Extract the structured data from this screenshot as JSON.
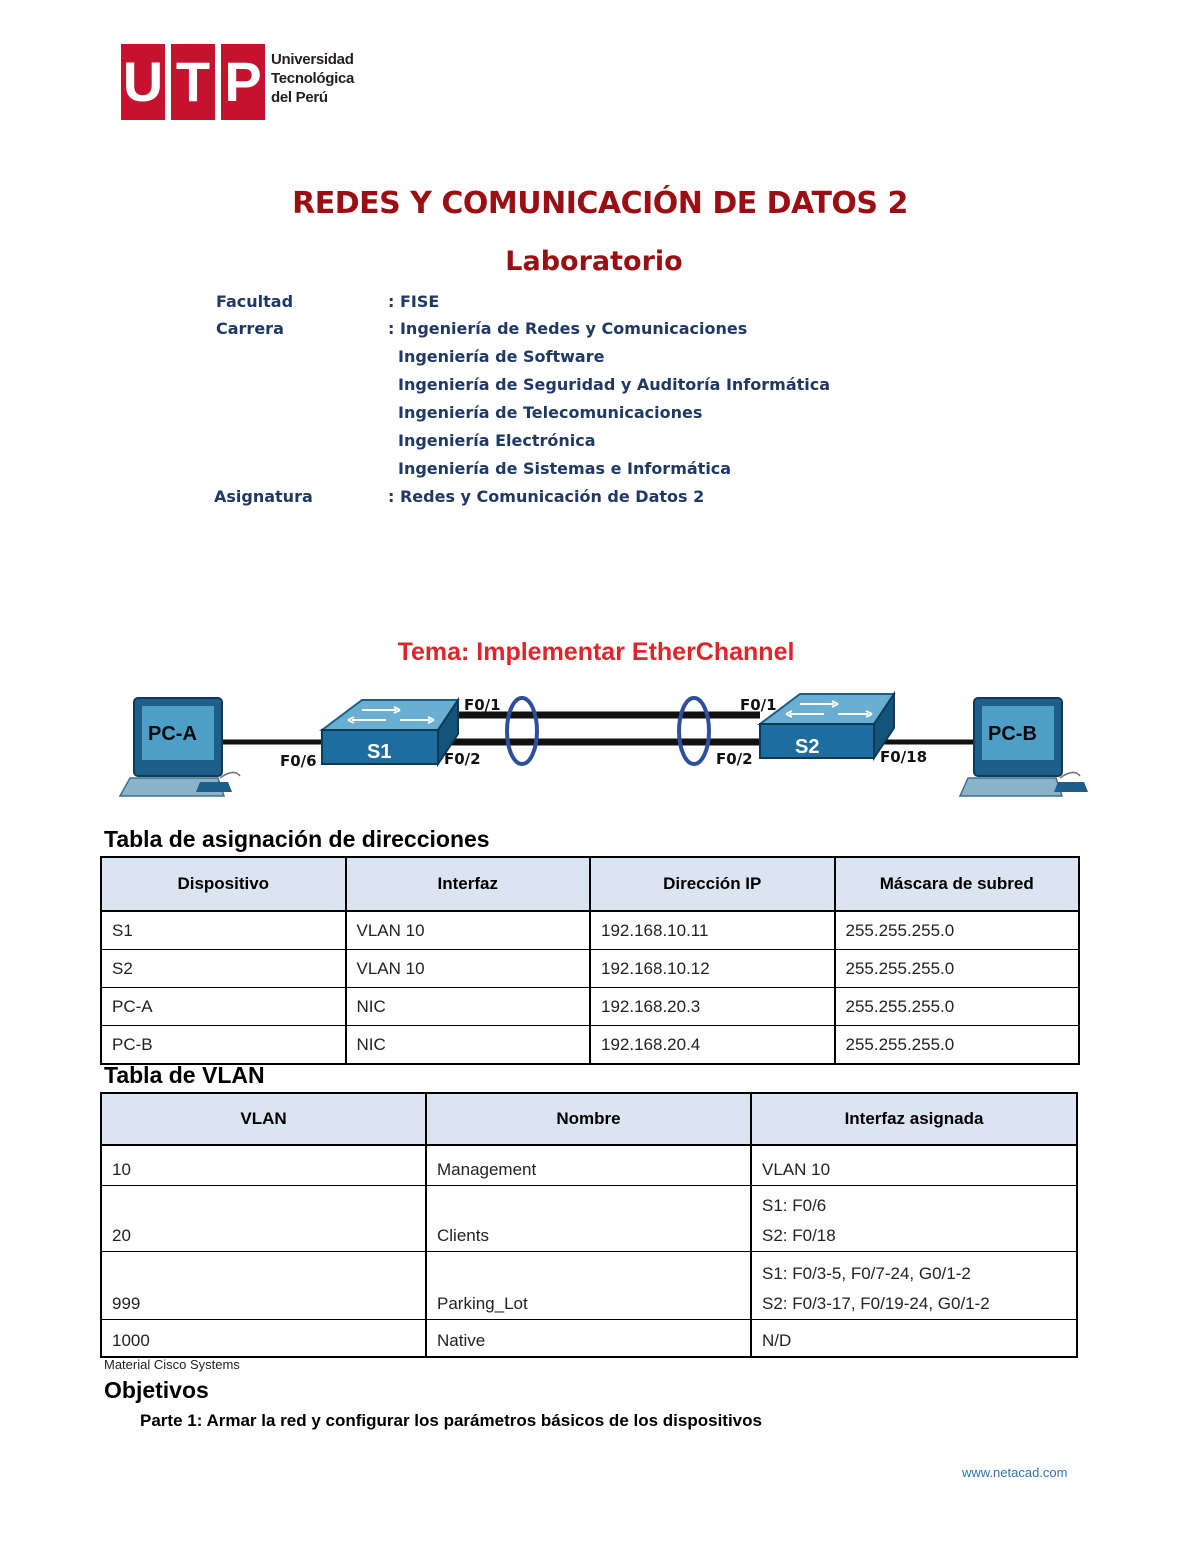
{
  "logo": {
    "letters": [
      "U",
      "T",
      "P"
    ],
    "words": [
      "Universidad",
      "Tecnológica",
      "del Perú"
    ],
    "color": "#c4122f"
  },
  "header": {
    "title": "REDES Y COMUNICACIÓN DE DATOS 2",
    "subtitle": "Laboratorio"
  },
  "info": {
    "facultad_label": "Facultad",
    "facultad_value": ": FISE",
    "carrera_label": "Carrera",
    "carrera_values": [
      ": Ingeniería de Redes y Comunicaciones",
      "Ingeniería de Software",
      "Ingeniería de Seguridad y Auditoría Informática",
      "Ingeniería de Telecomunicaciones",
      "Ingeniería Electrónica",
      "Ingeniería de Sistemas e Informática"
    ],
    "asignatura_label": "Asignatura",
    "asignatura_value": ": Redes y Comunicación de Datos 2"
  },
  "tema": "Tema: Implementar EtherChannel",
  "topology": {
    "pc_a": "PC-A",
    "pc_b": "PC-B",
    "s1": "S1",
    "s2": "S2",
    "s1_f01": "F0/1",
    "s1_f02": "F0/2",
    "s1_f06": "F0/6",
    "s2_f01": "F0/1",
    "s2_f02": "F0/2",
    "s2_f018": "F0/18"
  },
  "address_table": {
    "heading": "Tabla de asignación de direcciones",
    "headers": [
      "Dispositivo",
      "Interfaz",
      "Dirección IP",
      "Máscara de subred"
    ],
    "rows": [
      [
        "S1",
        "VLAN 10",
        "192.168.10.11",
        "255.255.255.0"
      ],
      [
        "S2",
        "VLAN 10",
        "192.168.10.12",
        "255.255.255.0"
      ],
      [
        "PC-A",
        "NIC",
        "192.168.20.3",
        "255.255.255.0"
      ],
      [
        "PC-B",
        "NIC",
        "192.168.20.4",
        "255.255.255.0"
      ]
    ]
  },
  "vlan_table": {
    "heading": "Tabla de VLAN",
    "headers": [
      "VLAN",
      "Nombre",
      "Interfaz asignada"
    ],
    "rows": [
      {
        "vlan": "10",
        "name": "Management",
        "iface": [
          "VLAN 10"
        ]
      },
      {
        "vlan": "20",
        "name": "Clients",
        "iface": [
          "S1: F0/6",
          "S2: F0/18"
        ]
      },
      {
        "vlan": "999",
        "name": "Parking_Lot",
        "iface": [
          "S1: F0/3-5, F0/7-24, G0/1-2",
          "S2: F0/3-17, F0/19-24, G0/1-2"
        ]
      },
      {
        "vlan": "1000",
        "name": "Native",
        "iface": [
          "N/D"
        ]
      }
    ]
  },
  "source": "Material Cisco Systems",
  "objetivos": "Objetivos",
  "parte1": "Parte 1: Armar la red y configurar los parámetros básicos de los dispositivos",
  "footer_site": "www.netacad.com"
}
